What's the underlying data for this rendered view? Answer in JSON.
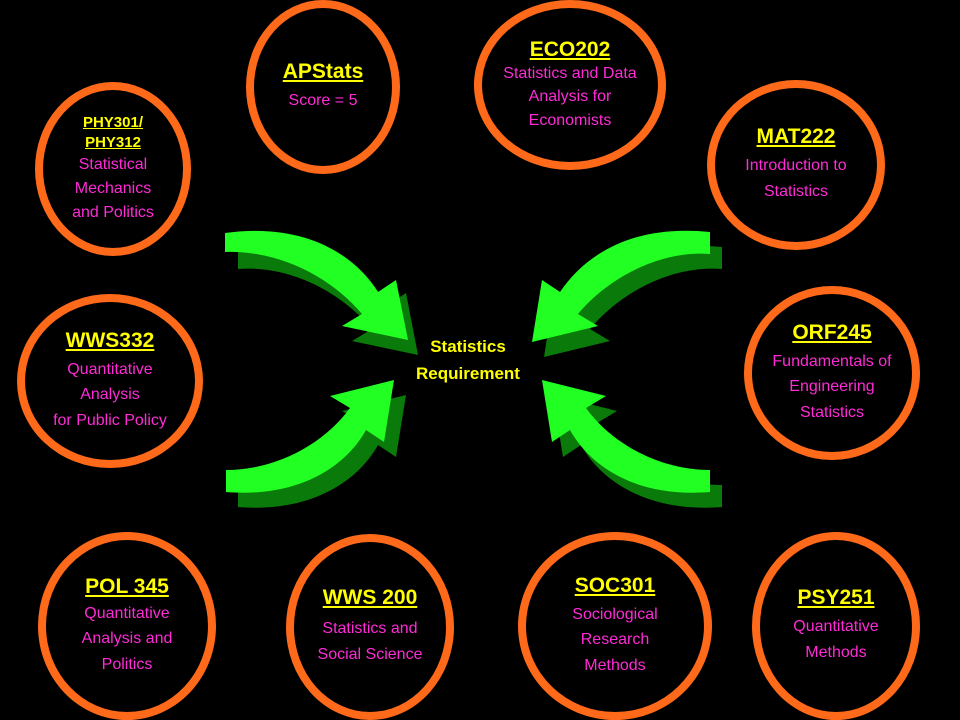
{
  "center_label": [
    "Statistics",
    "Requirement"
  ],
  "colors": {
    "background": "#000000",
    "ring": "#ff6a1a",
    "title": "#ffff00",
    "text": "#ff2bd6",
    "arrow": "#22ff22",
    "arrow_shadow": "#0a7a0a"
  },
  "courses": [
    {
      "id": "phy",
      "code": [
        "PHY301/",
        "PHY312"
      ],
      "desc": "Statistical\nMechanics\nand Politics"
    },
    {
      "id": "apstats",
      "code": [
        "APStats"
      ],
      "desc": "Score = 5"
    },
    {
      "id": "eco",
      "code": [
        "ECO202"
      ],
      "desc": "Statistics and Data\nAnalysis for\nEconomists"
    },
    {
      "id": "mat",
      "code": [
        "MAT222"
      ],
      "desc": "Introduction to\nStatistics"
    },
    {
      "id": "wws332",
      "code": [
        "WWS332"
      ],
      "desc": "Quantitative\nAnalysis\nfor Public Policy"
    },
    {
      "id": "orf",
      "code": [
        "ORF245"
      ],
      "desc": "Fundamentals of\nEngineering\nStatistics"
    },
    {
      "id": "pol",
      "code": [
        "POL 345"
      ],
      "desc": "Quantitative\nAnalysis and\nPolitics"
    },
    {
      "id": "wws200",
      "code": [
        "WWS 200"
      ],
      "desc": "Statistics and\nSocial Science"
    },
    {
      "id": "soc",
      "code": [
        "SOC301"
      ],
      "desc": "Sociological\nResearch\nMethods"
    },
    {
      "id": "psy",
      "code": [
        "PSY251"
      ],
      "desc": "Quantitative\nMethods"
    }
  ]
}
